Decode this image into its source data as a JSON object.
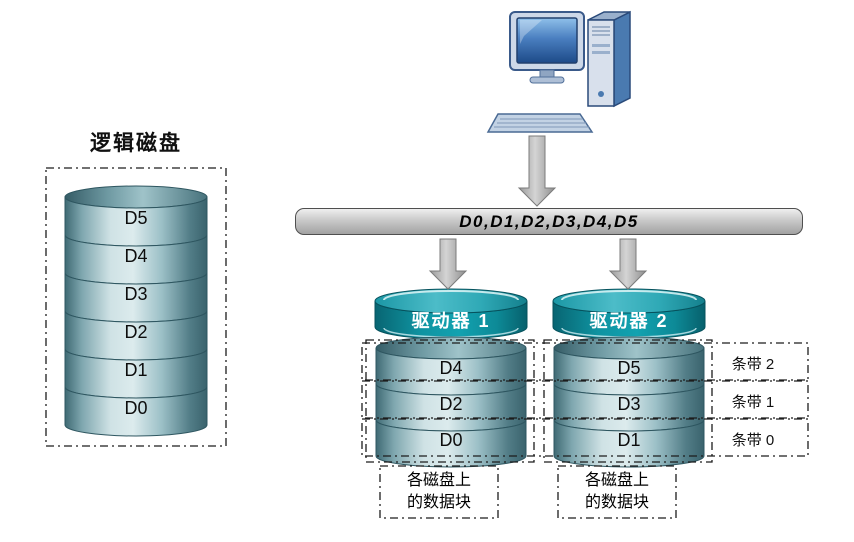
{
  "logical_disk": {
    "title": "逻辑磁盘",
    "segments": [
      "D5",
      "D4",
      "D3",
      "D2",
      "D1",
      "D0"
    ]
  },
  "bus": {
    "label": "D0,D1,D2,D3,D4,D5"
  },
  "drive1": {
    "name": "驱动器 1",
    "segments": [
      "D4",
      "D2",
      "D0"
    ],
    "caption": [
      "各磁盘上",
      "的数据块"
    ]
  },
  "drive2": {
    "name": "驱动器 2",
    "segments": [
      "D5",
      "D3",
      "D1"
    ],
    "caption": [
      "各磁盘上",
      "的数据块"
    ]
  },
  "stripes": [
    "条带 2",
    "条带 1",
    "条带 0"
  ],
  "icons": {
    "computer": "computer-icon",
    "down_arrow": "down-arrow-icon"
  },
  "colors": {
    "disk_teal_dark": "#3f6a74",
    "disk_teal_light": "#dcebed",
    "drive_header_teal": "#0f93a1",
    "arrow_gray": "#b0b0b0",
    "bus_gray": "#c4c4c4"
  }
}
